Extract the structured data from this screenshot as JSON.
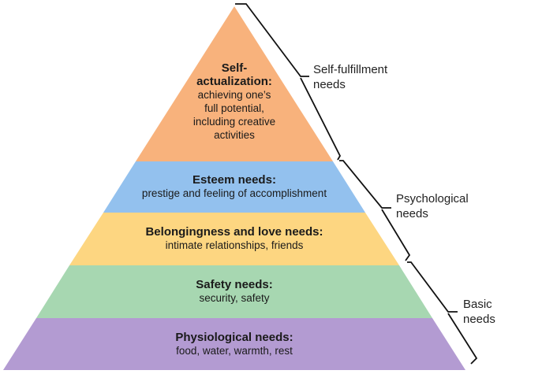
{
  "levels": [
    {
      "title": "Self-actualization:",
      "title_lines": [
        "Self-",
        "actualization:"
      ],
      "description_lines": [
        "achieving one’s",
        "full potential,",
        "including creative",
        "activities"
      ],
      "color": "#f8b27c"
    },
    {
      "title": "Esteem needs:",
      "description": "prestige and feeling of accomplishment",
      "color": "#93c1ee"
    },
    {
      "title": "Belongingness and love needs:",
      "description": "intimate relationships, friends",
      "color": "#fdd681"
    },
    {
      "title": "Safety needs:",
      "description": "security, safety",
      "color": "#a7d7b1"
    },
    {
      "title": "Physiological needs:",
      "description": "food, water, warmth, rest",
      "color": "#b39bd2"
    }
  ],
  "groups": [
    {
      "lines": [
        "Self-fulfillment",
        "needs"
      ]
    },
    {
      "lines": [
        "Psychological",
        "needs"
      ]
    },
    {
      "lines": [
        "Basic",
        "needs"
      ]
    }
  ]
}
